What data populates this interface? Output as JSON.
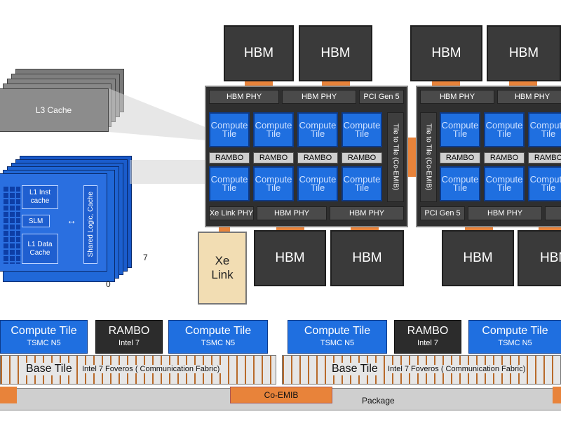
{
  "hbm_label": "HBM",
  "hbm_phy_label": "HBM PHY",
  "pci_gen5_label": "PCI Gen 5",
  "compute_tile_label": "Compute Tile",
  "rambo_label": "RAMBO",
  "tile_to_tile_label": "Tile to Tile (Co-EMIB)",
  "xe_link_phy_label": "Xe Link PHY",
  "xe_link_label": "Xe Link",
  "l3_cache_label": "L3 Cache",
  "l1_inst_label": "L1 Inst cache",
  "slm_label": "SLM",
  "l1_data_label": "L1 Data Cache",
  "shared_logic_label": "Shared Logic, Cache",
  "stack_index_last": "7",
  "stack_index_first": "0",
  "cross_section": {
    "compute_tile": "Compute Tile",
    "compute_process": "TSMC N5",
    "rambo": "RAMBO",
    "rambo_process": "Intel 7",
    "base_tile": "Base Tile",
    "base_tile_desc": "Intel 7 Foveros ( Communication Fabric)",
    "co_emib": "Co-EMIB",
    "package": "Package"
  },
  "colors": {
    "compute_blue": "#1f6fe0",
    "hbm_dark": "#3a3a3a",
    "emib_orange": "#e8833a",
    "xe_link_tan": "#f2ddb3"
  }
}
